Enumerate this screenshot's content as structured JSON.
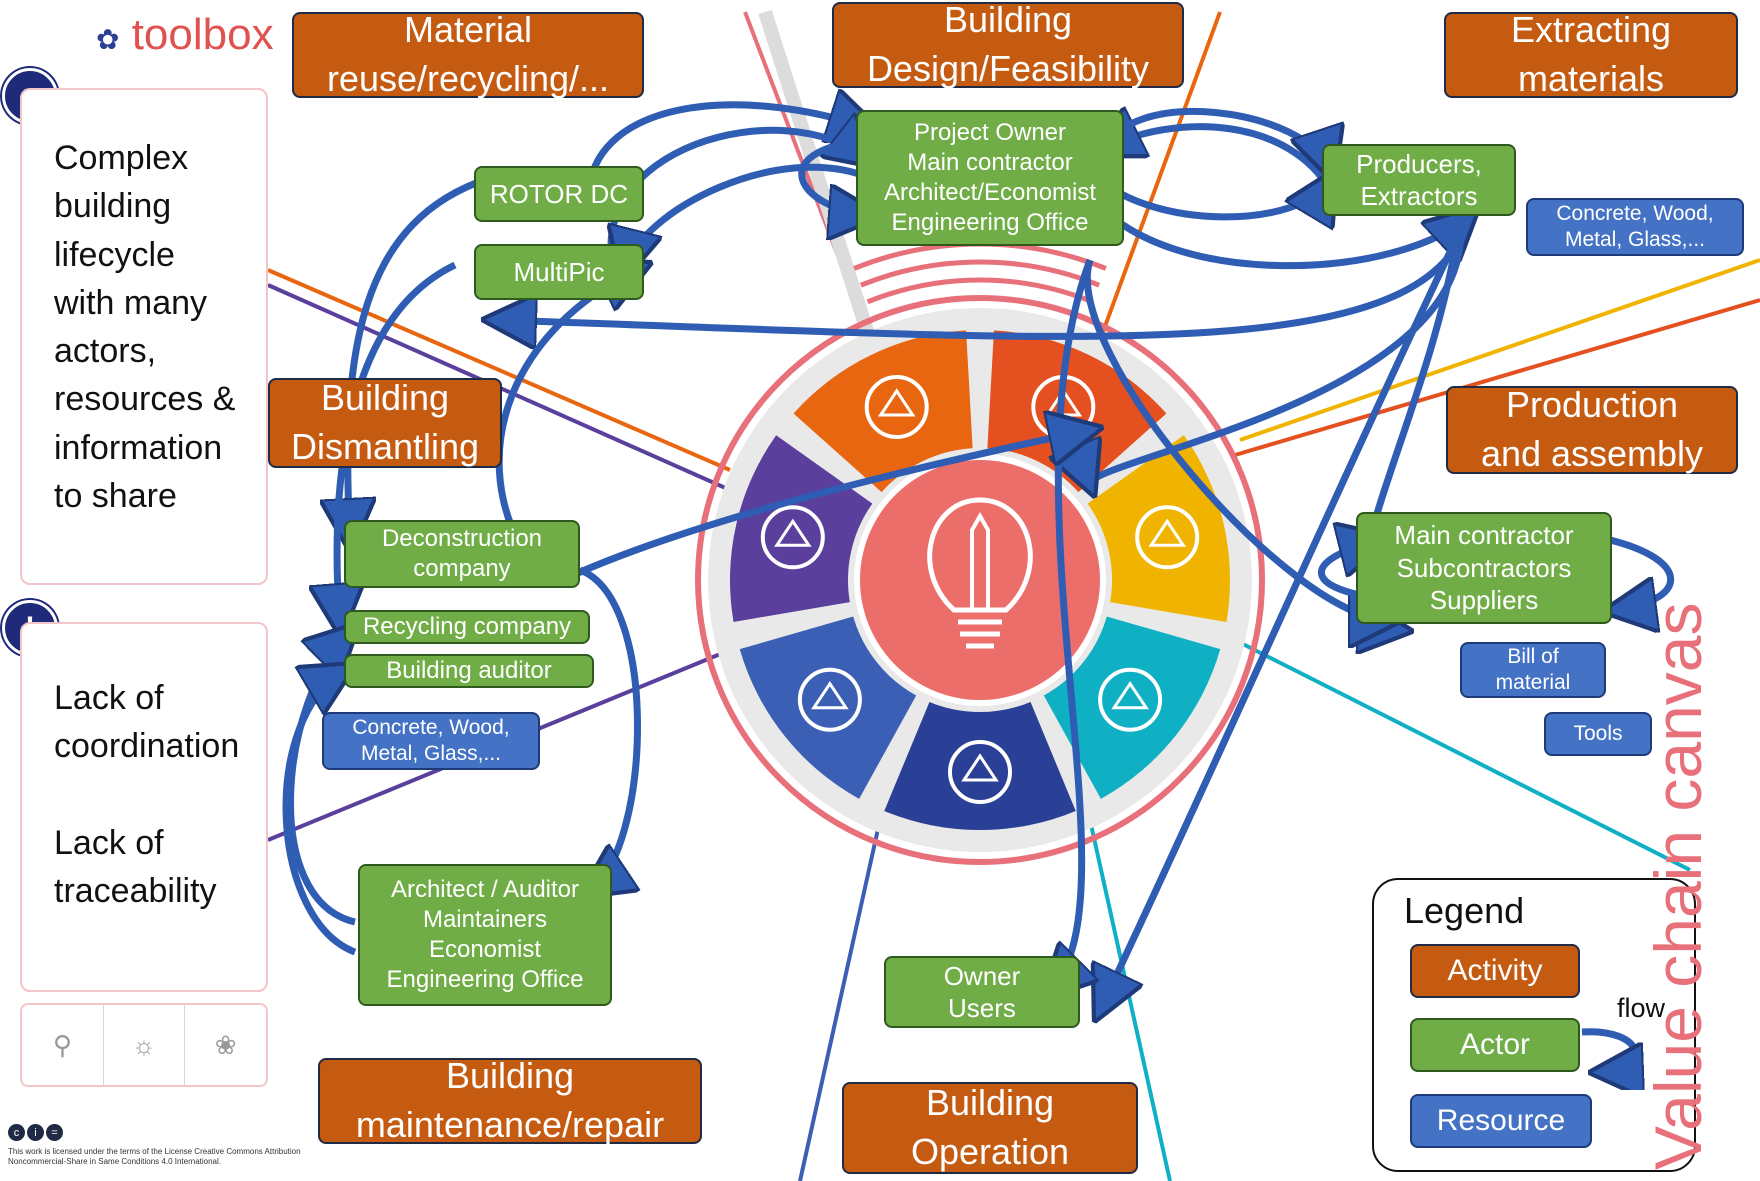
{
  "brand": {
    "logo_text": "toolbox",
    "accent": "#e0524f",
    "canvas_title": "Value chain canvas"
  },
  "sidebar": {
    "challenge_text": "Complex\nbuilding\nlifecycle\nwith many\nactors,\nresources &\ninformation\nto share",
    "problem_text": "Lack of\ncoordination\n\nLack of\ntraceability",
    "challenge_icon": "key-list-icon",
    "problem_icon": "exclamation-icon"
  },
  "activities": {
    "material_reuse": "Material\nreuse/recycling/...",
    "design": "Building\nDesign/Feasibility",
    "extracting": "Extracting\nmaterials",
    "dismantling": "Building\nDismantling",
    "production": "Production\nand assembly",
    "maintenance": "Building\nmaintenance/repair",
    "operation": "Building\nOperation"
  },
  "actors": {
    "rotor": "ROTOR DC",
    "multipic": "MultiPic",
    "project_owner": "Project Owner\nMain contractor\nArchitect/Economist\nEngineering Office",
    "producers": "Producers,\nExtractors",
    "deconstruction": "Deconstruction\ncompany",
    "recycling": "Recycling company",
    "auditor": "Building auditor",
    "main_contractor": "Main contractor\nSubcontractors\nSuppliers",
    "architect_auditor": "Architect / Auditor\nMaintainers\nEconomist\nEngineering Office",
    "owner": "Owner\nUsers"
  },
  "resources": {
    "materials_right": "Concrete, Wood,\nMetal, Glass,...",
    "materials_left": "Concrete, Wood,\nMetal, Glass,...",
    "bill": "Bill of\nmaterial",
    "tools": "Tools"
  },
  "legend": {
    "title": "Legend",
    "activity": "Activity",
    "actor": "Actor",
    "resource": "Resource",
    "flow": "flow"
  },
  "license_text": "This work is licensed under the terms of the License Creative Commons Attribution Noncommercial-Share in Same Conditions 4.0 International.",
  "colors": {
    "activity": "#c55a11",
    "actor": "#70ad47",
    "resource": "#4472c4",
    "arrow": "#2e5db3",
    "arrow_outline": "#1f3a78"
  },
  "wheel": {
    "segments": [
      {
        "name": "recycle-icon",
        "color": "#e8660f"
      },
      {
        "name": "design-tools-icon",
        "color": "#e4501f"
      },
      {
        "name": "factory-gear-icon",
        "color": "#f0b400"
      },
      {
        "name": "delivery-van-icon",
        "color": "#10b0c4"
      },
      {
        "name": "hand-icon",
        "color": "#2a3f96"
      },
      {
        "name": "drill-icon",
        "color": "#3b5fb5"
      },
      {
        "name": "hand-truck-icon",
        "color": "#5a3f9c"
      }
    ],
    "center_icon": "lightbulb-pencil-icon",
    "center_color": "#ec6e6a"
  }
}
